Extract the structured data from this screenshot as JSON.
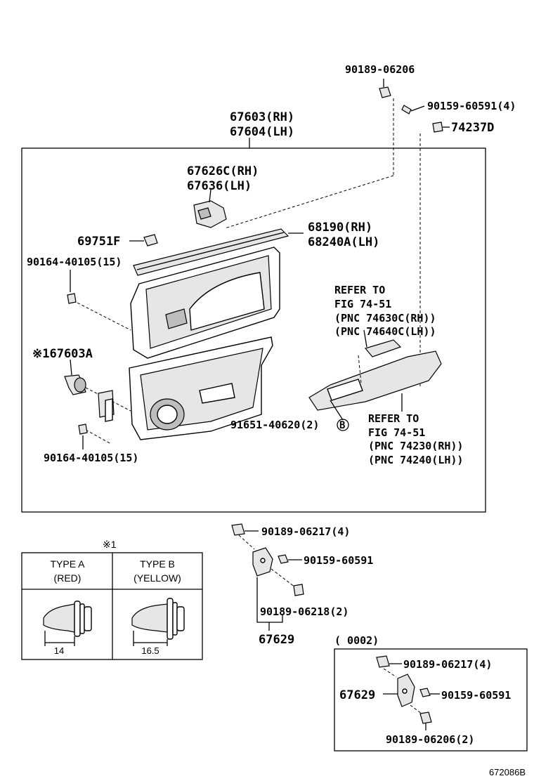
{
  "labels": {
    "p90189_06206_top": "90189-06206",
    "p90159_60591_top": "90159-60591(4)",
    "p74237D": "74237D",
    "p67603_rh": "67603(RH)",
    "p67604_lh": "67604(LH)",
    "p67626C_rh": "67626C(RH)",
    "p67636_lh": "67636(LH)",
    "p68190_rh": "68190(RH)",
    "p68240A_lh": "68240A(LH)",
    "p69751F": "69751F",
    "p90164_top": "90164-40105(15)",
    "refer1_a": "REFER TO",
    "refer1_b": "FIG 74-51",
    "refer1_c": "(PNC 74630C(RH))",
    "refer1_d": "(PNC 74640C(LH))",
    "p67603A": "※167603A",
    "p91651": "91651-40620(2)",
    "p91651_mark": "B",
    "refer2_a": "REFER TO",
    "refer2_b": "FIG 74-51",
    "refer2_c": "(PNC 74230(RH))",
    "refer2_d": "(PNC 74240(LH))",
    "p90164_bottom": "90164-40105(15)",
    "p90189_06217_mid": "90189-06217(4)",
    "p90159_60591_mid": "90159-60591",
    "p90189_06218": "90189-06218(2)",
    "p67629_mid": "67629",
    "note_mark": "※1",
    "paren_0002": "(      0002)",
    "p90189_06217_box": "90189-06217(4)",
    "p67629_box": "67629",
    "p90159_60591_box": "90159-60591",
    "p90189_06206_box": "90189-06206(2)",
    "drawing_code": "672086B"
  },
  "type_table": {
    "type_a_title": "TYPE A",
    "type_a_color": "(RED)",
    "type_a_dim": "14",
    "type_b_title": "TYPE B",
    "type_b_color": "(YELLOW)",
    "type_b_dim": "16.5"
  }
}
